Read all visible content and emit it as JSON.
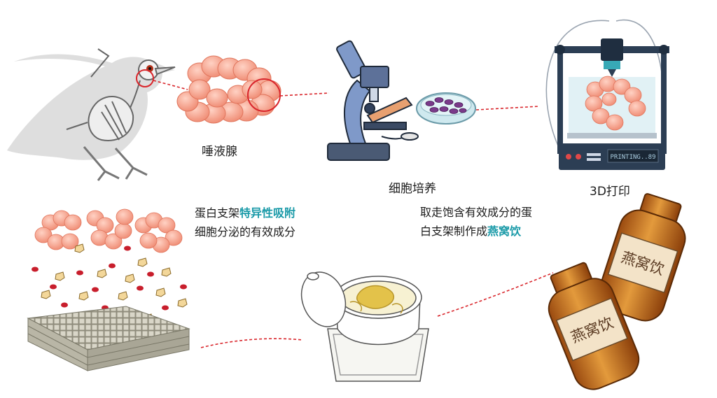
{
  "steps": {
    "saliva_gland": {
      "label": "唾液腺"
    },
    "cell_culture": {
      "label": "细胞培养"
    },
    "printing": {
      "label": "3D打印",
      "screen_text": "PRINTING..89"
    }
  },
  "descriptions": {
    "scaffold": {
      "line1_prefix": "蛋白支架",
      "line1_highlight": "特异性吸附",
      "line2": "细胞分泌的有效成分"
    },
    "drink": {
      "line1": "取走饱含有效成分的蛋",
      "line2_prefix": "白支架制作成",
      "line2_highlight": "燕窝饮"
    }
  },
  "bottles": {
    "label_text": "燕窝饮"
  },
  "colors": {
    "accent": "#1a9aa8",
    "connector": "#d9262c",
    "gland": "#f49a84",
    "bottle": "#c8701c"
  }
}
